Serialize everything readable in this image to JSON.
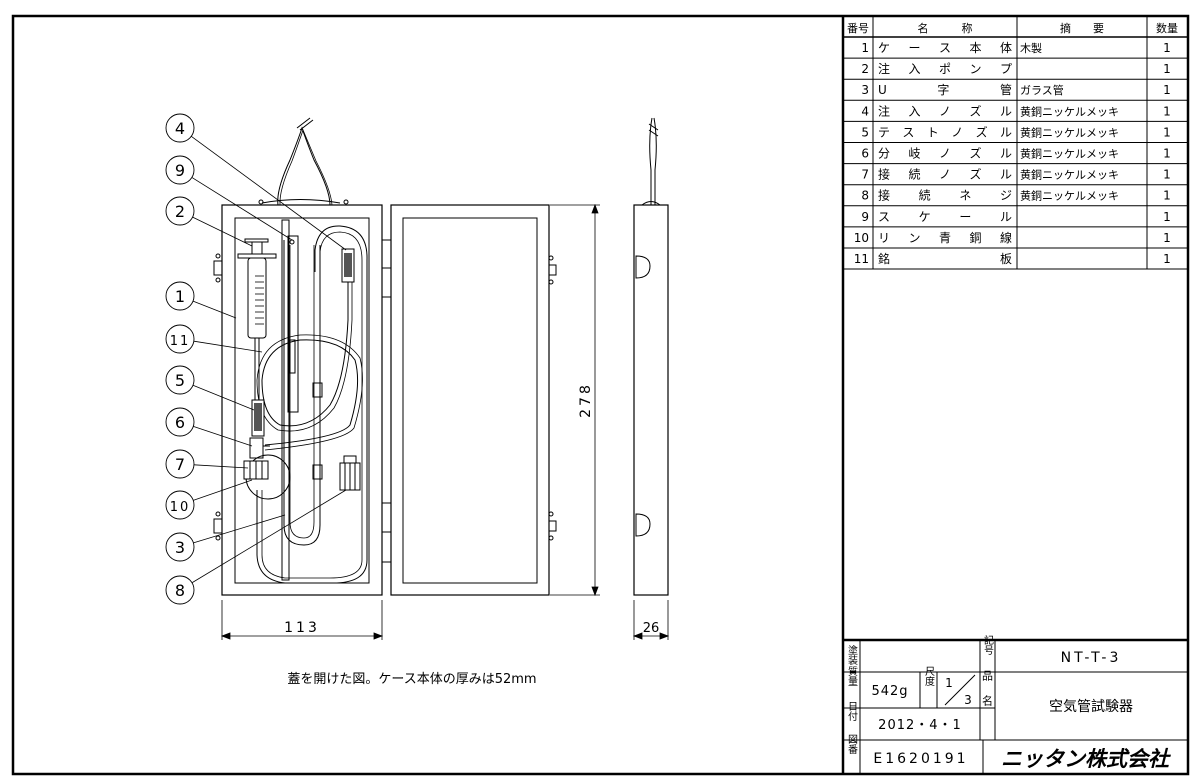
{
  "parts_table": {
    "headers": {
      "no": "番号",
      "name": "名　　　称",
      "summary": "摘　　要",
      "qty": "数量"
    },
    "rows": [
      {
        "no": "1",
        "name": "ケ ー ス 本 体",
        "summary": "木製",
        "qty": "1"
      },
      {
        "no": "2",
        "name": "注 入 ポ ン プ",
        "summary": "",
        "qty": "1"
      },
      {
        "no": "3",
        "name": "U　　字　　管",
        "summary": "ガラス管",
        "qty": "1"
      },
      {
        "no": "4",
        "name": "注 入 ノ ズ ル",
        "summary": "黄銅ニッケルメッキ",
        "qty": "1"
      },
      {
        "no": "5",
        "name": "テ ス ト ノ ズ ル",
        "summary": "黄銅ニッケルメッキ",
        "qty": "1"
      },
      {
        "no": "6",
        "name": "分 岐 ノ ズ ル",
        "summary": "黄銅ニッケルメッキ",
        "qty": "1"
      },
      {
        "no": "7",
        "name": "接 続 ノ ズ ル",
        "summary": "黄銅ニッケルメッキ",
        "qty": "1"
      },
      {
        "no": "8",
        "name": "接　続　ネ　ジ",
        "summary": "黄銅ニッケルメッキ",
        "qty": "1"
      },
      {
        "no": "9",
        "name": "ス　ケ　ー　ル",
        "summary": "",
        "qty": "1"
      },
      {
        "no": "10",
        "name": "リ ン 青 銅 線",
        "summary": "",
        "qty": "1"
      },
      {
        "no": "11",
        "name": "銘　　　　板",
        "summary": "",
        "qty": "1"
      }
    ]
  },
  "title_block": {
    "paint_label": "塗装",
    "paint_value": "",
    "symbol_label": "記号",
    "symbol_value": "NT-T-3",
    "mass_label": "質量",
    "mass_value": "542g",
    "scale_label": "尺度",
    "scale_num": "1",
    "scale_den": "3",
    "product_label": "品名",
    "product_value": "空気管試験器",
    "date_label": "日付",
    "date_value": "2012・4・1",
    "drawing_no_label": "図番",
    "drawing_no_value": "E1620191",
    "company": "ニッタン株式会社"
  },
  "drawing": {
    "callouts": [
      "4",
      "9",
      "2",
      "1",
      "11",
      "5",
      "6",
      "7",
      "10",
      "3",
      "8"
    ],
    "dim_width": "113",
    "dim_height": "278",
    "dim_depth": "26",
    "caption": "蓋を開けた図。ケース本体の厚みは52mm"
  }
}
